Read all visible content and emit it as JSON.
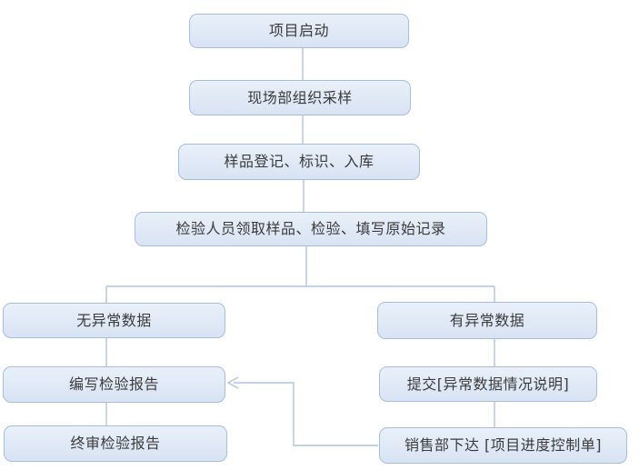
{
  "flowchart": {
    "nodes": [
      {
        "id": "project-start",
        "label": "项目启动"
      },
      {
        "id": "field-sampling",
        "label": "现场部组织采样"
      },
      {
        "id": "sample-register",
        "label": "样品登记、标识、入库"
      },
      {
        "id": "inspection",
        "label": "检验人员领取样品、检验、填写原始记录"
      },
      {
        "id": "no-abnormal",
        "label": "无异常数据"
      },
      {
        "id": "abnormal",
        "label": "有异常数据"
      },
      {
        "id": "write-report",
        "label": "编写检验报告"
      },
      {
        "id": "submit-note",
        "label": "提交[异常数据情况说明]"
      },
      {
        "id": "final-review",
        "label": "终审检验报告"
      },
      {
        "id": "sales-control",
        "label": "销售部下达 [项目进度控制单]"
      }
    ],
    "colors": {
      "node_fill_light": "#e9f0f9",
      "node_fill_dark": "#d8e3f3",
      "node_border": "#a7bddd",
      "connector": "#b0c4e0",
      "text": "#3b3b3b",
      "background": "#ffffff"
    }
  }
}
